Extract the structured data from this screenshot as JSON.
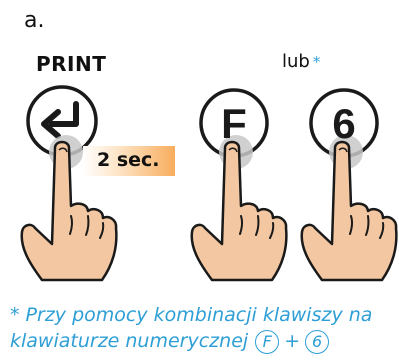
{
  "step_label": "a.",
  "print_label": "PRINT",
  "or_label": "lub",
  "asterisk": "*",
  "hold_time": "2 sec.",
  "keys": [
    {
      "id": "enter",
      "icon": "enter-arrow-icon",
      "glyph": ""
    },
    {
      "id": "f",
      "icon": "",
      "glyph": "F"
    },
    {
      "id": "six",
      "icon": "",
      "glyph": "6"
    }
  ],
  "footnote": {
    "star": "*",
    "line1": "Przy pomocy kombinacji klawiszy na",
    "line2": "klawiaturze numerycznej",
    "key1": "F",
    "plus": "+",
    "key2": "6"
  },
  "colors": {
    "accent": "#2e9fd6",
    "badge": "#f8ad5e",
    "skin": "#f3c7a1",
    "outline": "#1a1a1a",
    "press": "#c8c8c8"
  }
}
